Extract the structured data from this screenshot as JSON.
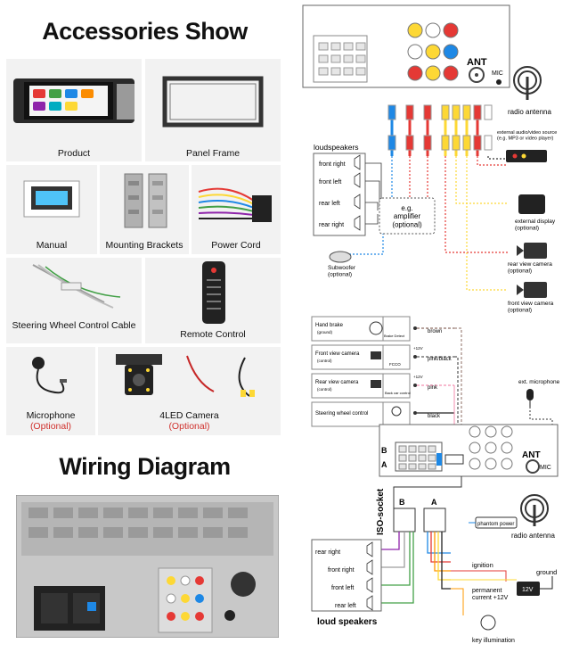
{
  "accessories": {
    "title": "Accessories Show",
    "items": [
      {
        "label": "Product"
      },
      {
        "label": "Panel Frame"
      },
      {
        "label": "Manual"
      },
      {
        "label": "Mounting Brackets"
      },
      {
        "label": "Power Cord"
      },
      {
        "label": "Steering Wheel Control Cable"
      },
      {
        "label": "Remote Control"
      },
      {
        "label": "Microphone",
        "note": "(Optional)"
      },
      {
        "label": "4LED Camera",
        "note": "(Optional)"
      }
    ]
  },
  "wiring": {
    "title": "Wiring Diagram"
  },
  "top_diagram": {
    "loudspeakers_title": "loudspeakers",
    "speakers": [
      "front right",
      "front left",
      "rear left",
      "rear right"
    ],
    "amplifier": "e.g.\namplifier\n(optional)",
    "subwoofer": "Subwoofer\n(optional)",
    "ant": "ANT",
    "mic": "MIC",
    "radio_antenna": "radio antenna",
    "external_av": "external audio/video source\n(e.g. MP3 or video player)",
    "external_display": "external display\n(optional)",
    "rear_camera": "rear view camera\n(optional)",
    "front_camera": "front view camera\n(optional)"
  },
  "bottom_diagram": {
    "hand_brake": "Hand brake",
    "hand_brake_sub": "(ground)",
    "brake_detect": "Brake Detect",
    "brown": "brown",
    "front_view_camera": "Front view camera",
    "front_view_sub": "(control)",
    "fcco": "FCCO",
    "pink_black": "pink/black",
    "rear_view_camera": "Rear view camera",
    "rear_view_sub": "(control)",
    "back_car_control": "Back car control",
    "pink": "pink",
    "plus12": "+12V",
    "steering_wheel": "Steering wheel control",
    "black": "black",
    "ext_mic": "ext. microphone",
    "ant": "ANT",
    "mic": "MIC",
    "block_b": "B",
    "block_a": "A",
    "iso_socket": "ISO-socket",
    "iso_b": "B",
    "iso_a": "A",
    "phantom_power": "phantom power",
    "radio_antenna": "radio antenna",
    "ignition": "ignition",
    "ground": "ground",
    "battery": "12V",
    "permanent": "permanent\ncurrent +12V",
    "key_illumination": "key illumination",
    "speakers": [
      "rear right",
      "front right",
      "front left",
      "rear left"
    ],
    "loud_speakers": "loud speakers"
  }
}
